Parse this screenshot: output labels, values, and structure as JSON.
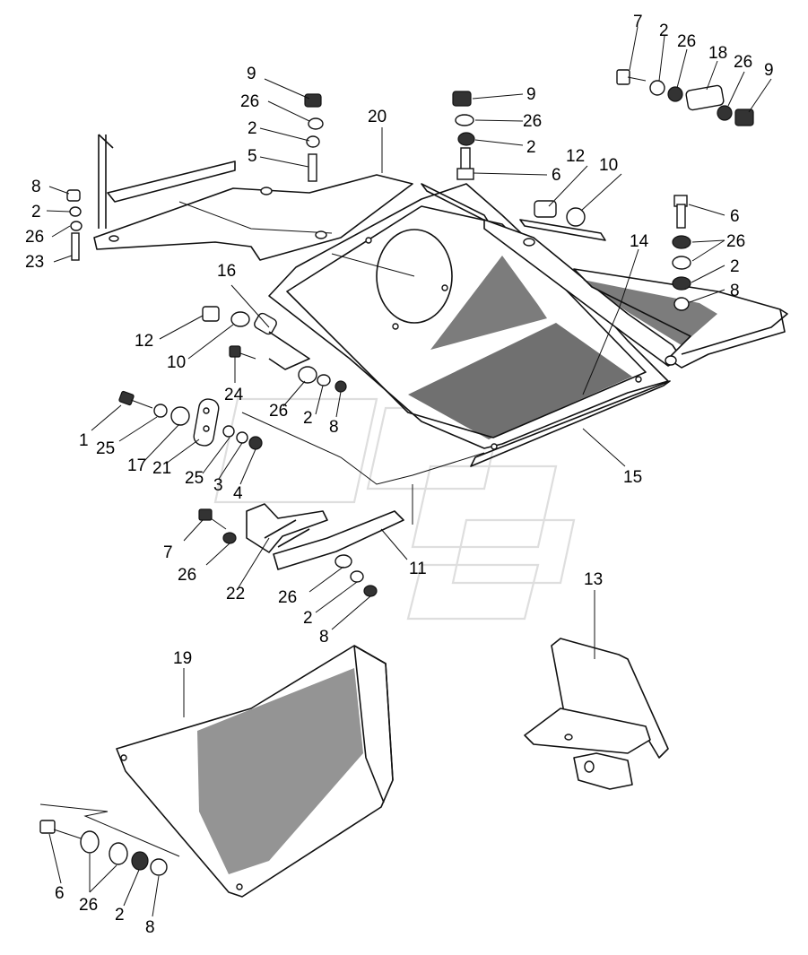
{
  "callouts": {
    "c1": "1",
    "c2a": "2",
    "c2b": "2",
    "c2c": "2",
    "c2d": "2",
    "c2e": "2",
    "c2f": "2",
    "c2g": "2",
    "c3": "3",
    "c4": "4",
    "c5": "5",
    "c6a": "6",
    "c6b": "6",
    "c6c": "6",
    "c7a": "7",
    "c7b": "7",
    "c8a": "8",
    "c8b": "8",
    "c8c": "8",
    "c8d": "8",
    "c8e": "8",
    "c9a": "9",
    "c9b": "9",
    "c9c": "9",
    "c10a": "10",
    "c10b": "10",
    "c11": "11",
    "c12a": "12",
    "c12b": "12",
    "c13": "13",
    "c14": "14",
    "c15": "15",
    "c16": "16",
    "c17": "17",
    "c18": "18",
    "c19": "19",
    "c20": "20",
    "c21": "21",
    "c22": "22",
    "c23": "23",
    "c24": "24",
    "c25a": "25",
    "c25b": "25",
    "c26a": "26",
    "c26b": "26",
    "c26c": "26",
    "c26d": "26",
    "c26e": "26",
    "c26f": "26",
    "c26g": "26",
    "c26h": "26",
    "c26i": "26",
    "c26j": "26"
  }
}
